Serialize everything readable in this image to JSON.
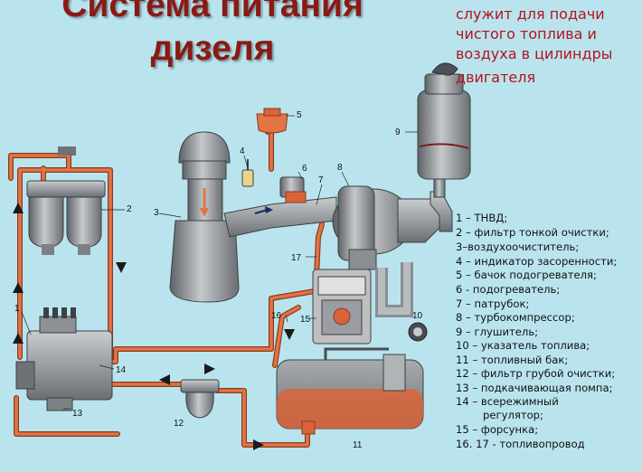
{
  "title": {
    "line1": "Система питания",
    "line2": "дизеля"
  },
  "description": [
    "служит для подачи",
    "чистого топлива и",
    "воздуха в цилиндры",
    "двигателя"
  ],
  "legend": [
    "1 – ТНВД;",
    "2 – фильтр тонкой очистки;",
    "3–воздухоочиститель;",
    "4 – индикатор засоренности;",
    "5 – бачок подогревателя;",
    "6 -  подогреватель;",
    "7 – патрубок;",
    "8 – турбокомпрессор;",
    "9 – глушитель;",
    "10 – указатель топлива;",
    "11 – топливный бак;",
    "12 – фильтр грубой очистки;",
    "13 – подкачивающая помпа;",
    "14 – всережимный",
    "регулятор;",
    "15 – форсунка;",
    "16. 17 - топливопровод"
  ],
  "callouts": [
    "1",
    "2",
    "3",
    "4",
    "5",
    "6",
    "7",
    "8",
    "9",
    "10",
    "11",
    "12",
    "13",
    "14",
    "15",
    "16",
    "17"
  ],
  "colors": {
    "background": "#b9e4ee",
    "fuel_line": "#d9643a",
    "fuel_line_dark": "#8c3a1c",
    "metal": "#8d9195",
    "title": "#8a1a14",
    "description": "#b3121e"
  }
}
